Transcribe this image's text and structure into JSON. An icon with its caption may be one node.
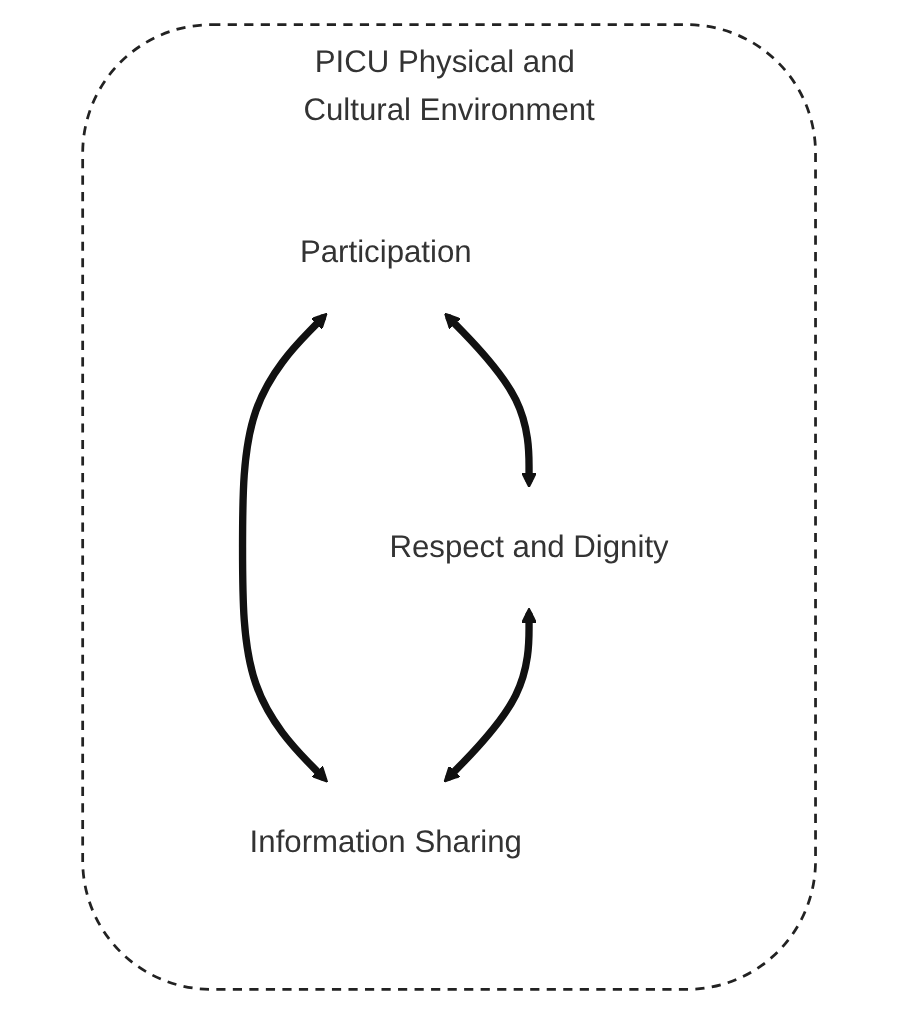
{
  "diagram": {
    "nodes": [
      {
        "text": [
          "PICU Physical and Cultural Environment"
        ]
      },
      {
        "text": [
          "Participation"
        ],
        "in": 0
      },
      {
        "text": [
          "Respect and Dignity"
        ],
        "in": 0
      },
      {
        "text": [
          "Information Sharing"
        ],
        "in": 0
      }
    ],
    "edges": [
      {
        "from": 1,
        "to": 2,
        "arrow": "both"
      },
      {
        "from": 1,
        "to": 3,
        "arrow": "both"
      },
      {
        "from": 2,
        "to": 3,
        "arrow": "both"
      }
    ]
  }
}
